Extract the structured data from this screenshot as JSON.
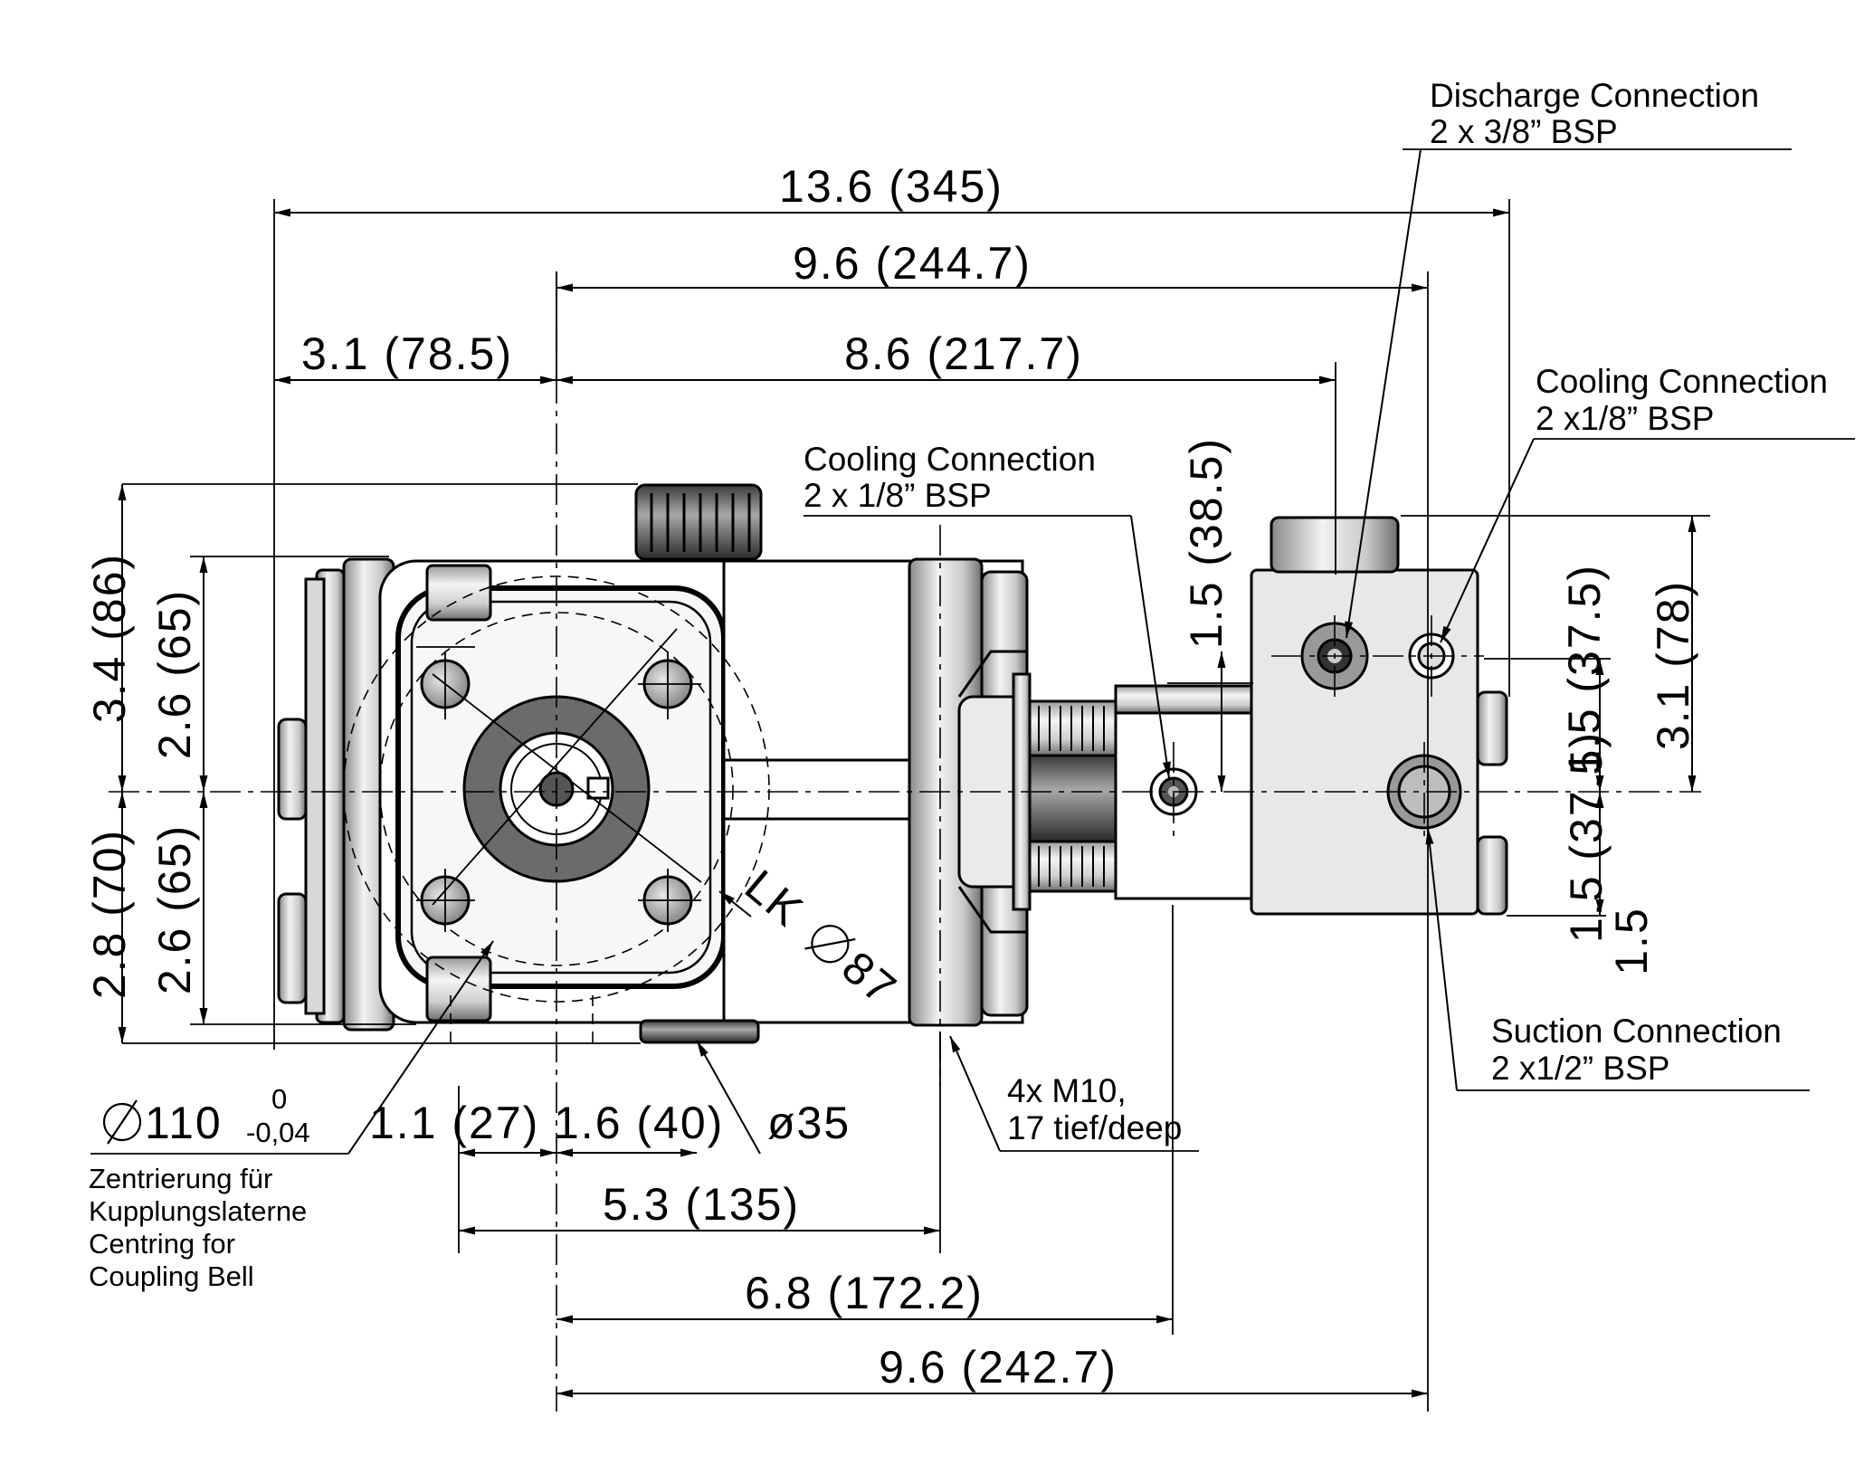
{
  "dimensions": {
    "overall_length": "13.6 (345)",
    "len_96_top": "9.6 (244.7)",
    "len_31": "3.1 (78.5)",
    "len_86": "8.6 (217.7)",
    "height_15_top": "1.5 (38.5)",
    "height_34": "3.4 (86)",
    "height_26_top": "2.6 (65)",
    "height_28": "2.8 (70)",
    "height_26_bottom": "2.6 (65)",
    "right_15_upper": "1.5 (37.5)",
    "right_31": "3.1 (78)",
    "right_15_lower": "1.5 (37.5)",
    "right_15_small": "1.5",
    "lk": "LK",
    "lk_diameter": "87",
    "phi110": "110",
    "tol_upper": "0",
    "tol_lower": "-0,04",
    "len_11": "1.1 (27)",
    "len_16": "1.6 (40)",
    "d35": "ø35",
    "len_53": "5.3 (135)",
    "len_68": "6.8 (172.2)",
    "len_96_bottom": "9.6 (242.7)"
  },
  "labels": {
    "discharge_1": "Discharge Connection",
    "discharge_2": "2 x 3/8” BSP",
    "cooling_right_1": "Cooling Connection",
    "cooling_right_2": "2 x1/8” BSP",
    "cooling_mid_1": "Cooling Connection",
    "cooling_mid_2": "2 x 1/8” BSP",
    "suction_1": "Suction Connection",
    "suction_2": "2 x1/2” BSP",
    "m10_1": "4x M10,",
    "m10_2": "17 tief/deep"
  },
  "centring_note": [
    "Zentrierung für",
    "Kupplungslaterne",
    "Centring for",
    "Coupling Bell"
  ]
}
